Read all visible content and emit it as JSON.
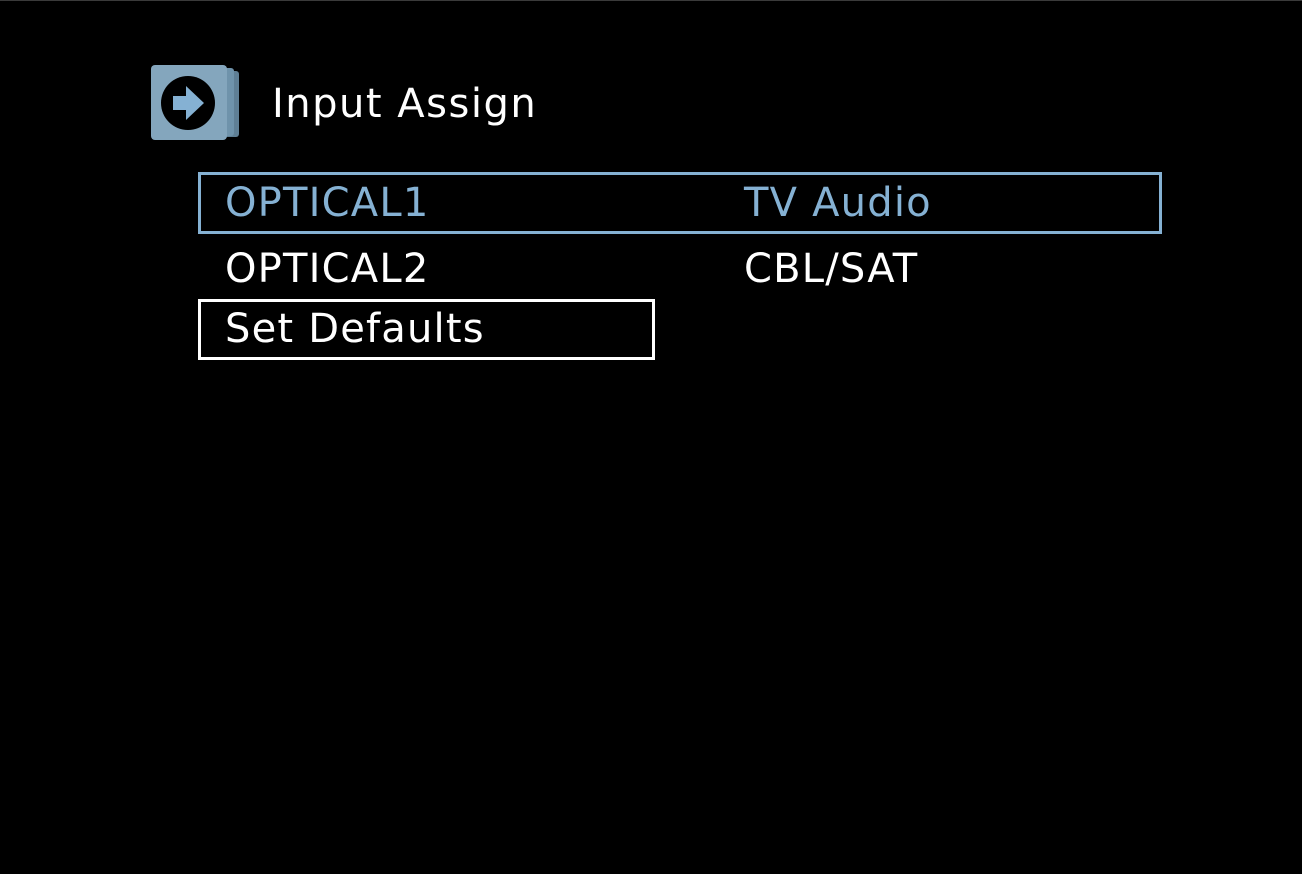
{
  "header": {
    "icon": "arrow-right-circle-icon",
    "title": "Input Assign"
  },
  "colors": {
    "background": "#000000",
    "accent": "#85b1d3",
    "icon_tile": "#84a6bd",
    "icon_tile_shadow": "#5f7f95",
    "text": "#ffffff"
  },
  "list": {
    "rows": [
      {
        "label": "OPTICAL1",
        "value": "TV Audio",
        "selected": true
      },
      {
        "label": "OPTICAL2",
        "value": "CBL/SAT",
        "selected": false
      }
    ],
    "set_defaults_label": "Set Defaults"
  }
}
